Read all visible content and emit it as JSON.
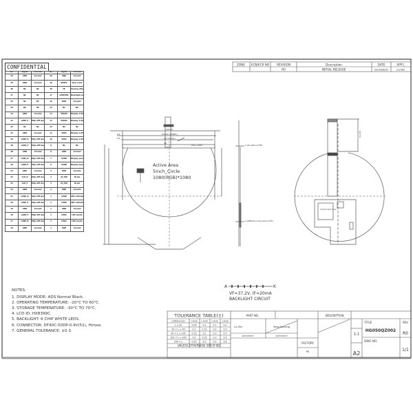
{
  "confidential": "CONFIDENTIAL",
  "pin_table": {
    "headers": [
      "No.",
      "Signal",
      "Function",
      "No.",
      "Signal",
      "Function"
    ],
    "rows": [
      [
        "40",
        "GND",
        "Ground",
        "20",
        "GND",
        "Ground"
      ],
      [
        "39",
        "GND",
        "Ground",
        "19",
        "RESET",
        "Chip reset"
      ],
      [
        "38",
        "NC",
        "NC",
        "18",
        "TE",
        "Tearing effect out"
      ],
      [
        "37",
        "NC",
        "NC",
        "17",
        "LEDPWM",
        "Backlight pwm output"
      ],
      [
        "36",
        "NC",
        "NC",
        "16",
        "GND",
        "Ground"
      ],
      [
        "35",
        "NC",
        "NC",
        "15",
        "NC",
        "NC"
      ],
      [
        "34",
        "GND",
        "Ground",
        "14",
        "VDDIO",
        "Display 1.8V"
      ],
      [
        "33",
        "LANE_P",
        "Mipi diff lane",
        "13",
        "VDDIO",
        "Display 1.8V"
      ],
      [
        "32",
        "NC",
        "NC",
        "12",
        "NC",
        "NC"
      ],
      [
        "31",
        "GND",
        "Ground",
        "11",
        "VDDI",
        "Display 1.8V"
      ],
      [
        "30",
        "LANE_N",
        "Mipi diff lane",
        "10",
        "VDDI",
        "Display 1.8V"
      ],
      [
        "29",
        "LANE_P",
        "Mipi diff lane",
        "9",
        "NC",
        "NC"
      ],
      [
        "28",
        "GND",
        "Ground",
        "8",
        "GND",
        "Ground"
      ],
      [
        "27",
        "LANE_N",
        "Mipi diff lane",
        "7",
        "AVDD",
        "Display power"
      ],
      [
        "26",
        "LANE_P",
        "Mipi diff lane",
        "6",
        "AVDD",
        "Display power"
      ],
      [
        "25",
        "GND",
        "Ground",
        "5",
        "GND",
        "Ground"
      ],
      [
        "24",
        "CLK_N",
        "Mipi diff clock",
        "4",
        "ID_PIN",
        "ID pin"
      ],
      [
        "23",
        "CLK_P",
        "Mipi diff clock",
        "3",
        "ID_PIN",
        "ID pin"
      ],
      [
        "22",
        "GND",
        "Ground",
        "2",
        "GND",
        "Ground"
      ],
      [
        "21",
        "LANE_N",
        "Mipi diff lane",
        "1",
        "LEDK",
        "LED cathode"
      ],
      [
        "20",
        "LANE_P",
        "Mipi diff lane",
        "1",
        "LEDK",
        "LED cathode"
      ],
      [
        "19",
        "GND",
        "Ground",
        "1",
        "GND",
        "Ground"
      ],
      [
        "18",
        "LANE_P",
        "Mipi diff lane",
        "1",
        "LEDA",
        "LED anode"
      ],
      [
        "17",
        "LANE_N",
        "Mipi diff lane",
        "1",
        "LEDA",
        "LED anode"
      ],
      [
        "16",
        "GND",
        "Ground",
        "1",
        "GND",
        "Ground"
      ]
    ]
  },
  "revision_block": {
    "headers": [
      "ZONE",
      "ECN/ECR NO",
      "REVISION",
      "Description",
      "DATE",
      "APP'L"
    ],
    "row": [
      "",
      "",
      "R0",
      "INITIAL RELEASE",
      "2025/08/07",
      "Liu Min"
    ]
  },
  "front_view": {
    "active_area_label": "Active Area",
    "size_label": "5inch_Circle",
    "resolution_label": "1080(RGB)*1080",
    "pull_tape": "PULL TAPE",
    "dims": [
      "130.20",
      "129.80 (PANEL)",
      "127.20(AA)",
      "20",
      "0.2",
      "0.6"
    ]
  },
  "side_view": {
    "label_top": "1.90 without FPC",
    "label_bottom": "2.90MAX(component+FPC)"
  },
  "back_view": {
    "component_area": "Component Area"
  },
  "backlight": {
    "anode": "A",
    "cathode": "K",
    "spec": "VF=37.2V, IF=20mA",
    "title": "BACKLIGHT CIRCUIT"
  },
  "notes": {
    "title": "NOTES:",
    "items": [
      "1. DISPLAY MODE: ADS Normal Black.",
      "2. OPERATING TEMPERATURE: -20°C TO 60°C.",
      "3. STORAGE TEMPERATURE: -30°C TO 70°C.",
      "4. LCD ID: HX8399C.",
      "5. BACKLIGHT: 6 CHIP WHITE LEDS.",
      "6. CONNECTOR: DF40C-50DP-0.4V(51), Hirose.",
      "7. GENERAL TOLERANCE: ±0.3."
    ]
  },
  "title_block": {
    "tolerance_title": "TOLERANCE TABLE(±)",
    "tolerance_header": [
      "DIMENSIONS",
      "0 GRADE",
      "1 GRADE",
      "2 GRADE",
      "3 GRADE"
    ],
    "tolerance_rows": [
      [
        "L ≤ 20",
        "0.05",
        "0.1",
        "0.1",
        "0.2"
      ],
      [
        "20 < L ≤ 50",
        "0.1",
        "0.15",
        "0.2",
        "0.3"
      ],
      [
        "50 < L ≤ 100",
        "0.15",
        "0.2",
        "0.3",
        "0.5"
      ],
      [
        "100 < L ≤ 200",
        "0.2",
        "0.25",
        "0.3",
        "0.5"
      ],
      [
        "200 < L",
        "0.25",
        "0.3",
        "0.5",
        "0.8"
      ]
    ],
    "unless": "UNLESS OTHERWISE SPECIFIED",
    "part_no_label": "PART NO.",
    "description_label": "DESCRIPTION",
    "drawn_by": "Liu Min",
    "approved_by": "Yang Fachong",
    "drawn_date": "2025/08/07",
    "approved_date": "2025/08/07",
    "factory_label": "FACTORY",
    "factory_value": "R0",
    "title_label": "TITLE",
    "title_value": "HG050QZ002",
    "rev_label": "REV",
    "rev_value": "R0",
    "dwg_no_label": "DWG NO.",
    "sheet_size": "A2",
    "scale": "1:1",
    "sheet": "1/1"
  }
}
